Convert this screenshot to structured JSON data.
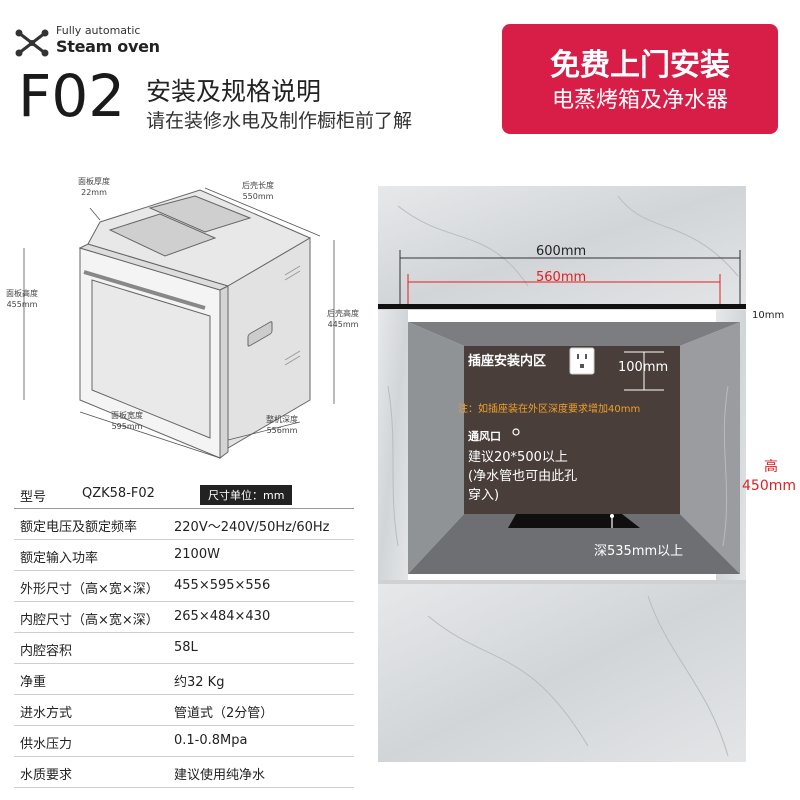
{
  "header": {
    "logo_top": "Fully automatic",
    "logo_main": "Steam oven",
    "model_code": "F02",
    "title": "安装及规格说明",
    "subtitle": "请在装修水电及制作橱柜前了解"
  },
  "promo": {
    "line1": "免费上门安装",
    "line2": "电蒸烤箱及净水器",
    "color": "#d81e47"
  },
  "oven_diagram": {
    "panel_thickness_label": "面板厚度",
    "panel_thickness_value": "22mm",
    "shell_length_label": "后壳长度",
    "shell_length_value": "550mm",
    "panel_height_label": "面板高度",
    "panel_height_value": "455mm",
    "shell_height_label": "后壳高度",
    "shell_height_value": "445mm",
    "panel_width_label": "面板宽度",
    "panel_width_value": "595mm",
    "total_depth_label": "整机深度",
    "total_depth_value": "556mm"
  },
  "specs": {
    "header_label": "型号",
    "header_value": "QZK58-F02",
    "unit_badge": "尺寸单位：mm",
    "rows": [
      {
        "label": "额定电压及额定频率",
        "value": "220V～240V/50Hz/60Hz"
      },
      {
        "label": "额定输入功率",
        "value": "2100W"
      },
      {
        "label": "外形尺寸（高×宽×深）",
        "value": "455×595×556"
      },
      {
        "label": "内腔尺寸（高×宽×深）",
        "value": "265×484×430"
      },
      {
        "label": "内腔容积",
        "value": "58L"
      },
      {
        "label": "净重",
        "value": "约32 Kg"
      },
      {
        "label": "进水方式",
        "value": "管道式（2分管）"
      },
      {
        "label": "供水压力",
        "value": "0.1-0.8Mpa"
      },
      {
        "label": "水质要求",
        "value": "建议使用纯净水"
      }
    ]
  },
  "cabinet": {
    "outer_width": "600mm",
    "inner_width": "560mm",
    "side_gap": "10mm",
    "socket_zone": "插座安装内区",
    "socket_height": "100mm",
    "note": "注：如插座装在外区深度要求增加40mm",
    "vent_title": "通风口",
    "vent_line1": "建议20*500以上",
    "vent_line2": "(净水管也可由此孔",
    "vent_line3": "穿入)",
    "height_label": "高",
    "height_value": "450mm",
    "depth": "深535mm以上",
    "accent_red": "#e02020",
    "note_orange": "#f0a028"
  }
}
